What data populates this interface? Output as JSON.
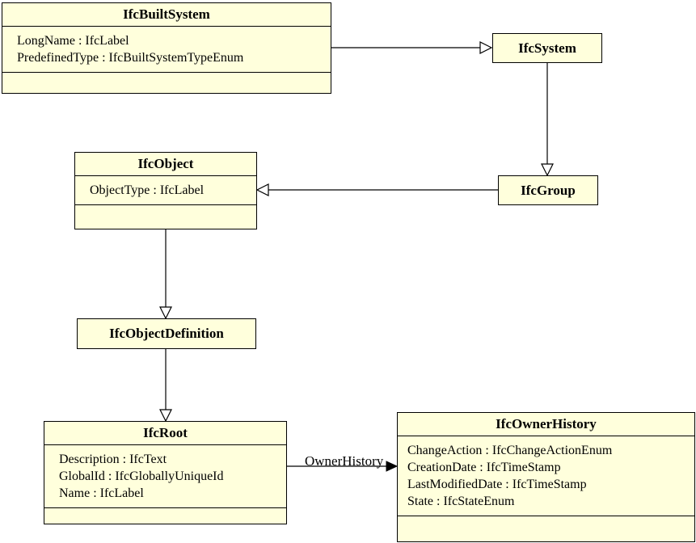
{
  "diagram": {
    "type": "uml-class-diagram",
    "colors": {
      "class_fill": "#FFFFDC",
      "class_border": "#000000",
      "background": "#FFFFFF"
    },
    "classes": {
      "IfcBuiltSystem": {
        "name": "IfcBuiltSystem",
        "attributes": [
          "LongName : IfcLabel",
          "PredefinedType : IfcBuiltSystemTypeEnum"
        ]
      },
      "IfcSystem": {
        "name": "IfcSystem"
      },
      "IfcObject": {
        "name": "IfcObject",
        "attributes": [
          "ObjectType : IfcLabel"
        ]
      },
      "IfcGroup": {
        "name": "IfcGroup"
      },
      "IfcObjectDefinition": {
        "name": "IfcObjectDefinition"
      },
      "IfcRoot": {
        "name": "IfcRoot",
        "attributes": [
          "Description : IfcText",
          "GlobalId : IfcGloballyUniqueId",
          "Name : IfcLabel"
        ]
      },
      "IfcOwnerHistory": {
        "name": "IfcOwnerHistory",
        "attributes": [
          "ChangeAction : IfcChangeActionEnum",
          "CreationDate : IfcTimeStamp",
          "LastModifiedDate : IfcTimeStamp",
          "State : IfcStateEnum"
        ]
      }
    },
    "relations": {
      "generalizations": [
        "IfcBuiltSystem -> IfcSystem",
        "IfcSystem -> IfcGroup",
        "IfcGroup -> IfcObject",
        "IfcObject -> IfcObjectDefinition",
        "IfcObjectDefinition -> IfcRoot"
      ],
      "associations": [
        {
          "from": "IfcRoot",
          "to": "IfcOwnerHistory",
          "label": "OwnerHistory"
        }
      ]
    }
  }
}
